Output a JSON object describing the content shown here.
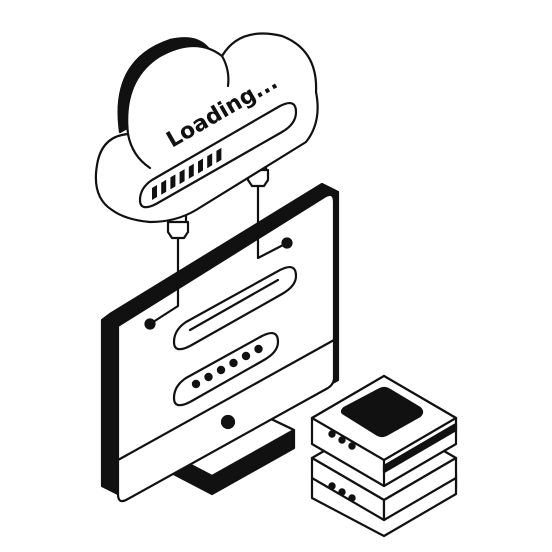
{
  "cloud": {
    "loading_label": "Loading...",
    "progress_fraction": 0.6
  },
  "login_form": {
    "password_dot_count": 6
  },
  "colors": {
    "ink": "#111111",
    "paper": "#ffffff"
  }
}
